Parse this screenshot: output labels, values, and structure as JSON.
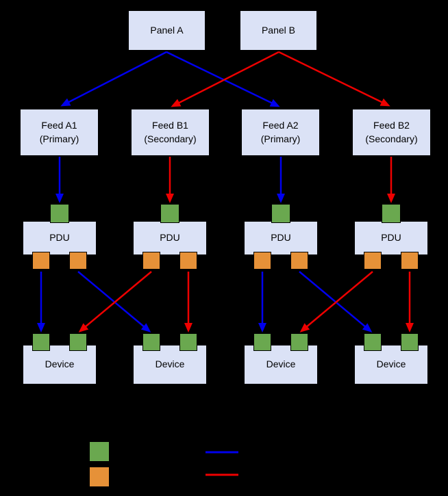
{
  "nodes": {
    "panels": [
      {
        "label": "Panel A"
      },
      {
        "label": "Panel B"
      }
    ],
    "feeds": [
      {
        "name": "Feed A1",
        "role": "(Primary)"
      },
      {
        "name": "Feed B1",
        "role": "(Secondary)"
      },
      {
        "name": "Feed A2",
        "role": "(Primary)"
      },
      {
        "name": "Feed B2",
        "role": "(Secondary)"
      }
    ],
    "pdu_label": "PDU",
    "device_label": "Device"
  },
  "colors": {
    "background": "#000000",
    "node_fill": "#dbe2f6",
    "node_border": "#000000",
    "input_port": "#6aa84f",
    "output_port": "#e69138",
    "primary_feed_line": "#0000ee",
    "secondary_feed_line": "#ee0000"
  }
}
